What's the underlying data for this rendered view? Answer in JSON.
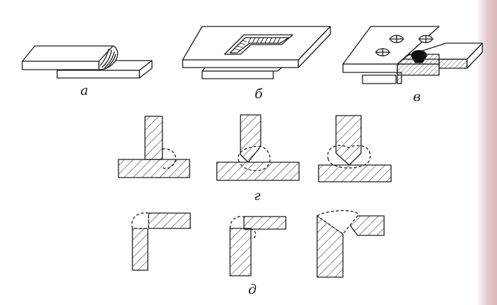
{
  "captions": {
    "a": "а",
    "b": "б",
    "v": "в",
    "g": "г",
    "d": "д"
  },
  "colors": {
    "ink": "#1a1a1a",
    "paper": "#ffffff",
    "page_edge": "#d9b9bc"
  }
}
